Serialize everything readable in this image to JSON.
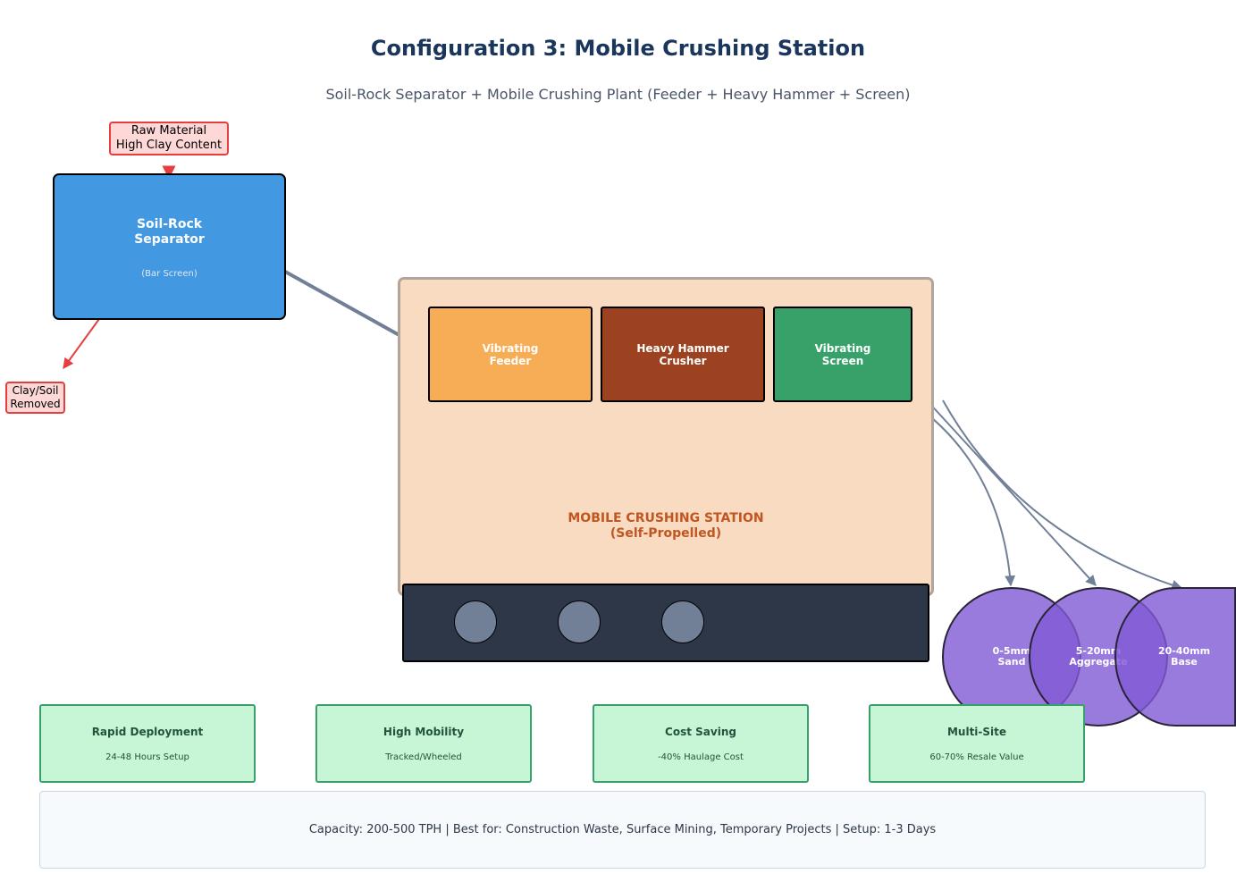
{
  "title": "Configuration 3: Mobile Crushing Station",
  "subtitle": "Soil-Rock Separator + Mobile Crushing Plant (Feeder + Heavy Hammer + Screen)",
  "raw_material": "Raw Material\nHigh Clay Content",
  "separator": {
    "label": "Soil-Rock\nSeparator",
    "sublabel": "(Bar Screen)"
  },
  "clay_removed": "Clay/Soil\nRemoved",
  "station": {
    "label": "MOBILE CRUSHING STATION\n(Self-Propelled)",
    "units": [
      {
        "label": "Vibrating\nFeeder",
        "color": "#f6ad55"
      },
      {
        "label": "Heavy Hammer\nCrusher",
        "color": "#9c4221"
      },
      {
        "label": "Vibrating\nScreen",
        "color": "#38a169"
      }
    ]
  },
  "products": [
    {
      "label": "0-5mm\nSand"
    },
    {
      "label": "5-20mm\nAggregate"
    },
    {
      "label": "20-40mm\nBase"
    }
  ],
  "benefits": [
    {
      "title": "Rapid Deployment",
      "desc": "24-48 Hours Setup"
    },
    {
      "title": "High Mobility",
      "desc": "Tracked/Wheeled"
    },
    {
      "title": "Cost Saving",
      "desc": "-40% Haulage Cost"
    },
    {
      "title": "Multi-Site",
      "desc": "60-70% Resale Value"
    }
  ],
  "footer": "Capacity: 200-500 TPH | Best for: Construction Waste, Surface Mining, Temporary Projects | Setup: 1-3 Days"
}
